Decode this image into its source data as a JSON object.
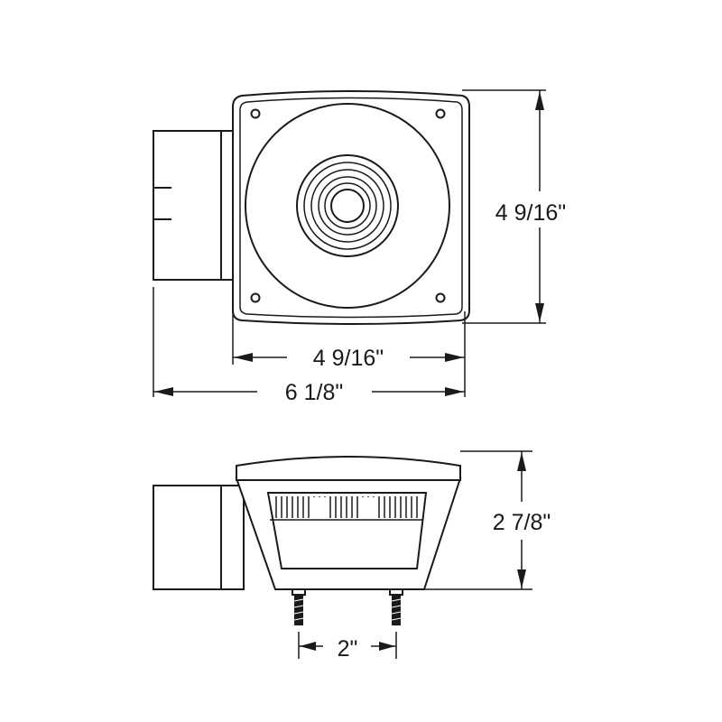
{
  "dimensions": {
    "face_height": "4 9/16\"",
    "face_width": "4 9/16\"",
    "overall_width": "6 1/8\"",
    "depth": "2 7/8\"",
    "stud_spacing": "2\""
  },
  "colors": {
    "line": "#1a1a1a",
    "background": "#ffffff"
  }
}
